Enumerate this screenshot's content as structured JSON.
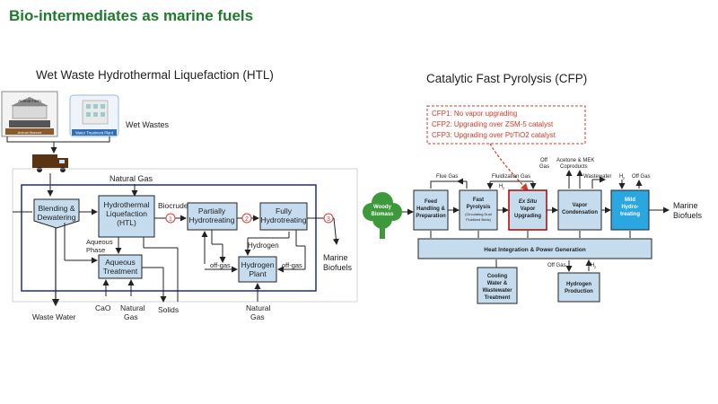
{
  "page": {
    "title": "Bio-intermediates as marine fuels"
  },
  "htl": {
    "title": "Wet Waste Hydrothermal Liquefaction (HTL)",
    "sources": {
      "animal": "Animal Farm",
      "manure": "Animal Manure",
      "plant": "Water Treatment Plant",
      "wet_wastes": "Wet Wastes"
    },
    "labels": {
      "natural_gas_top": "Natural Gas",
      "biocrude": "Biocrude",
      "aqueous_phase_1": "Aqueous",
      "aqueous_phase_2": "Phase",
      "hydrogen": "Hydrogen",
      "offgas_left": "off-gas",
      "offgas_right": "off-gas",
      "marine_1": "Marine",
      "marine_2": "Biofuels",
      "waste_water": "Waste Water",
      "cao": "CaO",
      "ng_bottom_1": "Natural",
      "ng_bottom_2": "Gas",
      "solids": "Solids",
      "ng_hydrogen_1": "Natural",
      "ng_hydrogen_2": "Gas"
    },
    "boxes": {
      "blending_1": "Blending &",
      "blending_2": "Dewatering",
      "htl_1": "Hydrothermal",
      "htl_2": "Liquefaction",
      "htl_3": "(HTL)",
      "partial_1": "Partially",
      "partial_2": "Hydrotreating",
      "fully_1": "Fully",
      "fully_2": "Hydrotreating",
      "aqueous_1": "Aqueous",
      "aqueous_2": "Treatment",
      "hydrogen_1": "Hydrogen",
      "hydrogen_2": "Plant"
    },
    "markers": [
      "1",
      "2",
      "3"
    ]
  },
  "cfp": {
    "title": "Catalytic Fast Pyrolysis (CFP)",
    "cases": [
      "CFP1: No vapor upgrading",
      "CFP2: Upgrading over ZSM-5 catalyst",
      "CFP3: Upgrading over Pt/TiO2 catalyst"
    ],
    "labels": {
      "flue_gas": "Flue Gas",
      "fluidization_gas": "Fluidization Gas",
      "off_gas_1": "Off",
      "off_gas_2": "Gas",
      "acetone_1": "Acetone & MEK",
      "acetone_2": "Coproducts",
      "wastewater": "Wastewater",
      "h2_top": "H",
      "h2_sub": "2",
      "off_gas_top": "Off Gas",
      "h2_small": "H",
      "h2_small_sub": "2",
      "off_gas_bottom": "Off Gas",
      "h2_bottom": "H",
      "h2_bottom_sub": "2",
      "marine_1": "Marine",
      "marine_2": "Biofuels",
      "woody_1": "Woody",
      "woody_2": "Biomass"
    },
    "boxes": {
      "feed_1": "Feed",
      "feed_2": "Handling &",
      "feed_3": "Preparation",
      "fast_1": "Fast",
      "fast_2": "Pyrolysis",
      "fast_3": "(Circulating Dual",
      "fast_4": "Fluidized Beds)",
      "exsitu_1": "Ex Situ",
      "exsitu_2": "Vapor",
      "exsitu_3": "Upgrading",
      "vapor_1": "Vapor",
      "vapor_2": "Condensation",
      "mild_1": "Mild",
      "mild_2": "Hydro-",
      "mild_3": "treating",
      "heat": "Heat Integration & Power Generation",
      "cooling_1": "Cooling",
      "cooling_2": "Water &",
      "cooling_3": "Wastewater",
      "cooling_4": "Treatment",
      "hprod_1": "Hydrogen",
      "hprod_2": "Production"
    }
  },
  "colors": {
    "title_green": "#1f7a2e",
    "box_blue": "#c5dcee",
    "frame_navy": "#2b3a8f",
    "marker_red": "#e03a3a",
    "mild_cyan": "#2aa6e0",
    "case_red": "#d23a2a"
  }
}
